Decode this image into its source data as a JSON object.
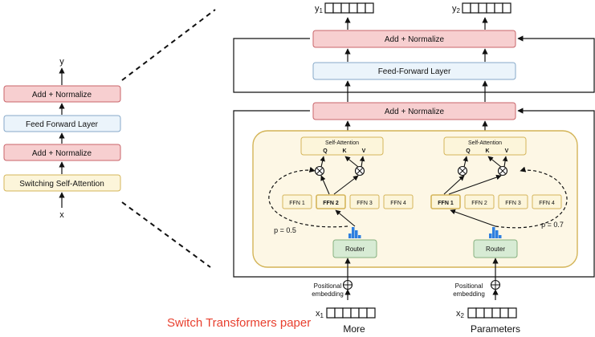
{
  "colors": {
    "red_fill": "#f7cfd0",
    "red_stroke": "#c8646a",
    "blue_fill": "#ebf4fb",
    "blue_stroke": "#87a9c9",
    "yellow_fill": "#fcf5da",
    "yellow_stroke": "#d5b55a",
    "outer_panel": "#fdf7e5",
    "outer_panel_stroke": "#d3b457",
    "green_fill": "#d7ebd4",
    "green_stroke": "#87b07f",
    "hist_blue": "#2f7fe0",
    "caption": "#e8402f"
  },
  "left_stack": {
    "output": "y",
    "input": "x",
    "blocks": [
      "Add + Normalize",
      "Feed Forward Layer",
      "Add + Normalize",
      "Switching Self-Attention"
    ]
  },
  "right": {
    "top_add_norm": "Add + Normalize",
    "ffn_layer": "Feed-Forward Layer",
    "mid_add_norm": "Add + Normalize",
    "outputs": [
      "y",
      "y"
    ],
    "output_subs": [
      "1",
      "2"
    ],
    "inputs": [
      "x",
      "x"
    ],
    "input_subs": [
      "1",
      "2"
    ],
    "tokens": [
      "More",
      "Parameters"
    ],
    "positional": [
      "Positional",
      "embedding"
    ],
    "left_unit": {
      "self_attention": "Self-Attention",
      "qkv": [
        "Q",
        "K",
        "V"
      ],
      "ffns": [
        "FFN 1",
        "FFN 2",
        "FFN 3",
        "FFN 4"
      ],
      "selected": 1,
      "router": "Router",
      "prob": "p = 0.5"
    },
    "right_unit": {
      "self_attention": "Self-Attention",
      "qkv": [
        "Q",
        "K",
        "V"
      ],
      "ffns": [
        "FFN 1",
        "FFN 2",
        "FFN 3",
        "FFN 4"
      ],
      "selected": 0,
      "router": "Router",
      "prob": "p = 0.7"
    }
  },
  "caption": "Switch Transformers paper"
}
